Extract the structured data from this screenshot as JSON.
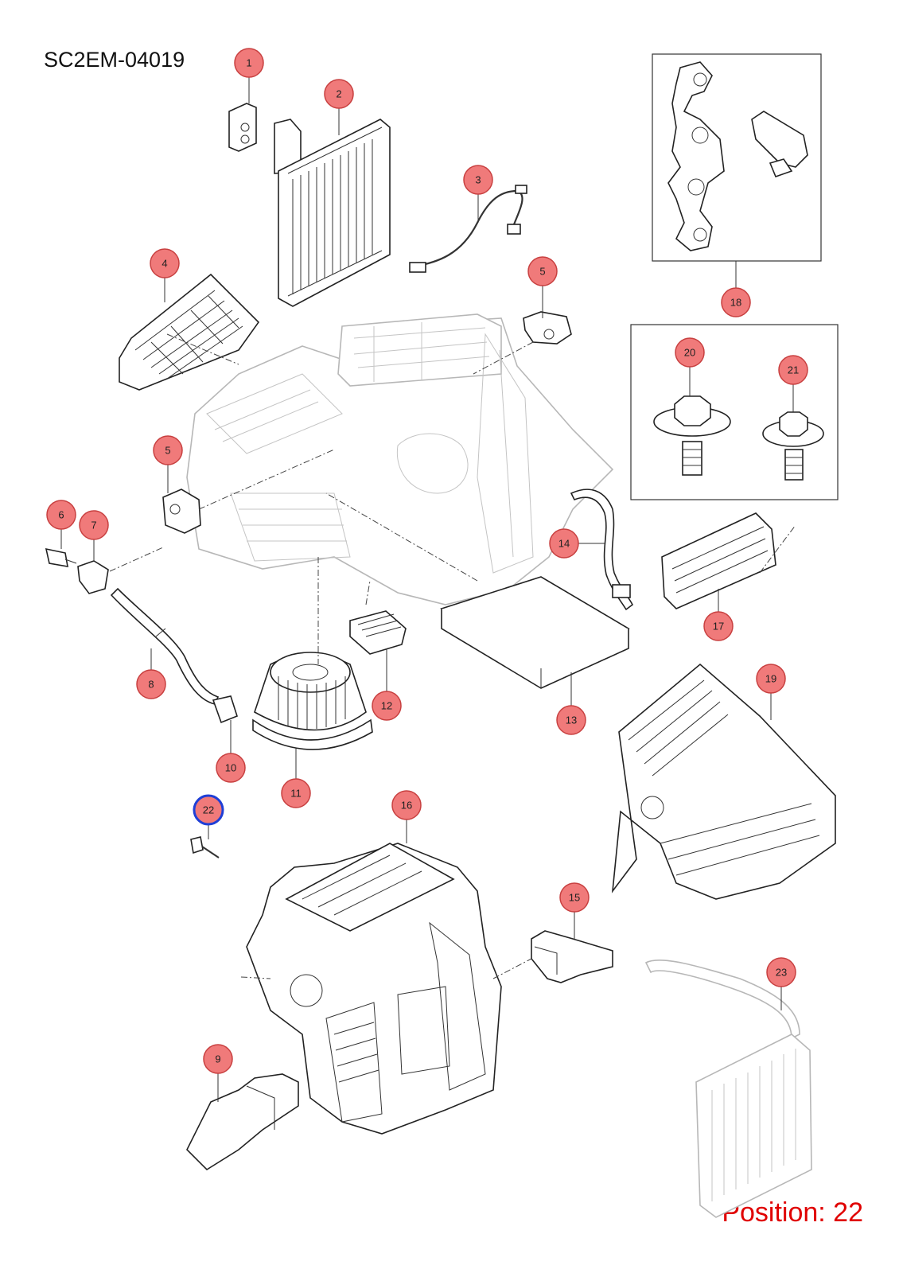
{
  "diagram_code": "SC2EM-04019",
  "position_label": "Position: 22",
  "selected_callout": "22",
  "colors": {
    "callout_fill": "#f07a7a",
    "selected_ring": "#1f3fd6",
    "position_text": "#e00000"
  },
  "callouts": [
    {
      "id": "c1",
      "label": "1"
    },
    {
      "id": "c2",
      "label": "2"
    },
    {
      "id": "c3",
      "label": "3"
    },
    {
      "id": "c4",
      "label": "4"
    },
    {
      "id": "c5a",
      "label": "5"
    },
    {
      "id": "c5b",
      "label": "5"
    },
    {
      "id": "c6",
      "label": "6"
    },
    {
      "id": "c7",
      "label": "7"
    },
    {
      "id": "c8",
      "label": "8"
    },
    {
      "id": "c9",
      "label": "9"
    },
    {
      "id": "c10",
      "label": "10"
    },
    {
      "id": "c11",
      "label": "11"
    },
    {
      "id": "c12",
      "label": "12"
    },
    {
      "id": "c13",
      "label": "13"
    },
    {
      "id": "c14",
      "label": "14"
    },
    {
      "id": "c15",
      "label": "15"
    },
    {
      "id": "c16",
      "label": "16"
    },
    {
      "id": "c17",
      "label": "17"
    },
    {
      "id": "c18",
      "label": "18"
    },
    {
      "id": "c19",
      "label": "19"
    },
    {
      "id": "c20",
      "label": "20"
    },
    {
      "id": "c21",
      "label": "21"
    },
    {
      "id": "c22",
      "label": "22"
    },
    {
      "id": "c23",
      "label": "23"
    }
  ]
}
